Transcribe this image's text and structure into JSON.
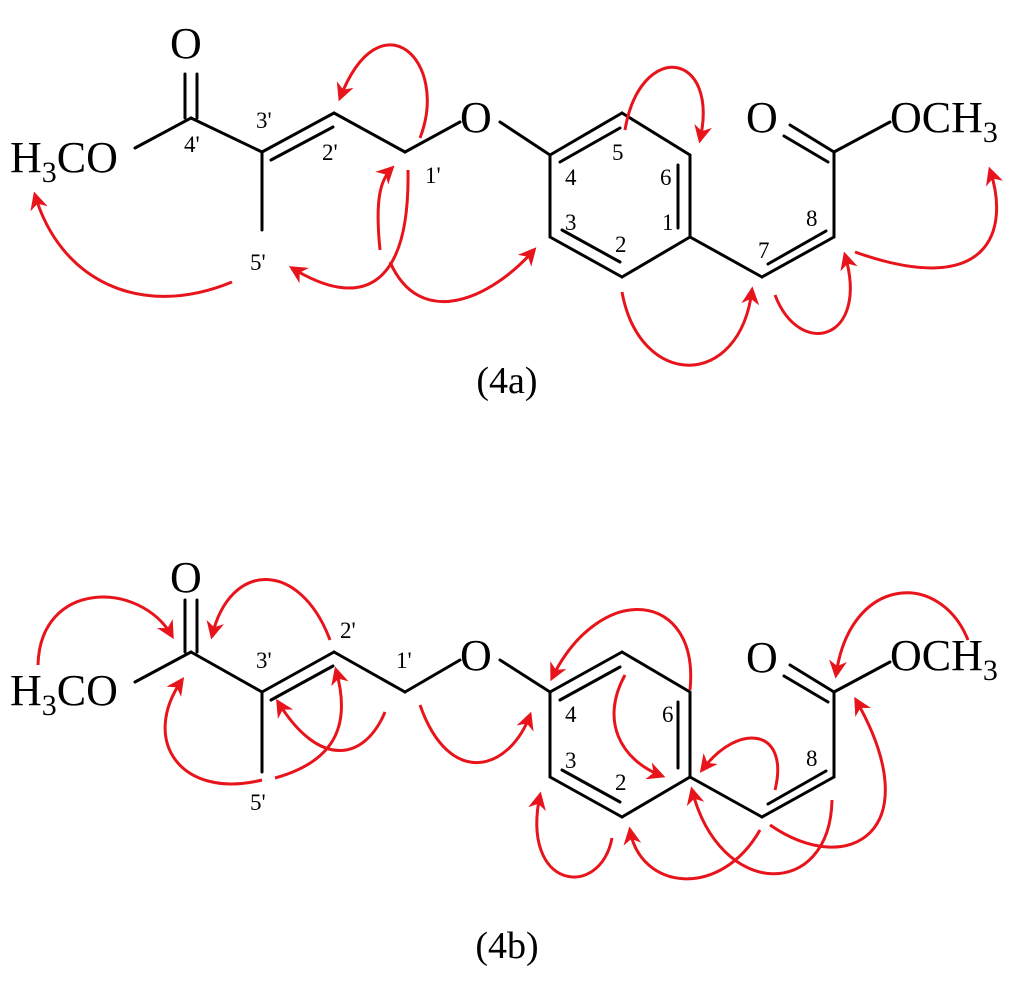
{
  "labels": {
    "carbonyl_o": "O",
    "ether_o": "O",
    "ester_left_h": "H",
    "ester_left_sub": "3",
    "ester_left_co": "CO",
    "ester_right_o": "O",
    "ester_right_och": "OCH",
    "ester_right_sub": "3"
  },
  "numbering": {
    "c1": "1",
    "c2": "2",
    "c3": "3",
    "c4": "4",
    "c5": "5",
    "c6": "6",
    "c7": "7",
    "c8": "8",
    "c1p": "1'",
    "c2p": "2'",
    "c3p": "3'",
    "c4p": "4'",
    "c5p": "5'"
  },
  "captions": {
    "a": "(4a)",
    "b": "(4b)"
  },
  "colors": {
    "bond": "#000000",
    "correlation_arrow": "#e8141b"
  }
}
